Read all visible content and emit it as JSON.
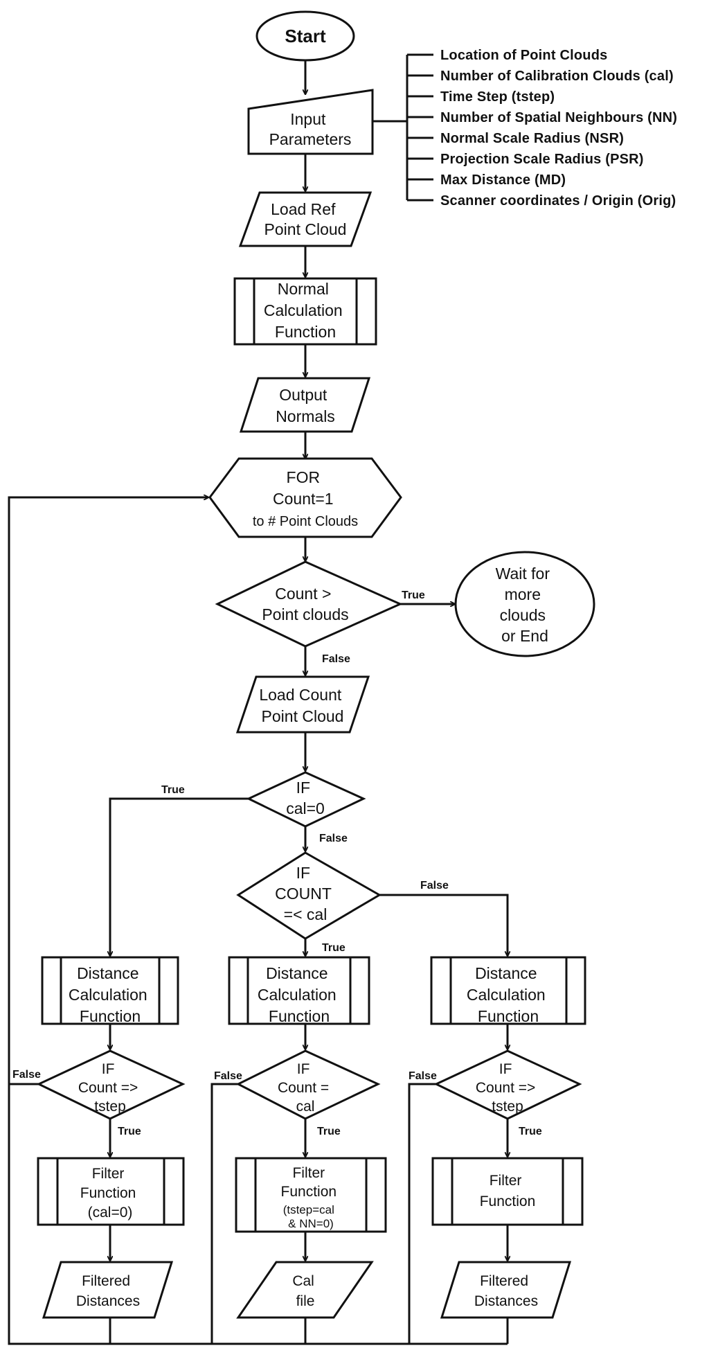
{
  "nodes": {
    "start": [
      "Start"
    ],
    "input_params": [
      "Input",
      "Parameters"
    ],
    "load_ref": [
      "Load Ref",
      "Point Cloud"
    ],
    "normal_calc": [
      "Normal",
      "Calculation",
      "Function"
    ],
    "output_normals": [
      "Output",
      "Normals"
    ],
    "for_loop": [
      "FOR",
      "Count=1",
      "to # Point Clouds"
    ],
    "count_gt": [
      "Count >",
      "Point clouds"
    ],
    "wait_end": [
      "Wait for",
      "more",
      "clouds",
      "or End"
    ],
    "load_count": [
      "Load Count",
      "Point Cloud"
    ],
    "if_cal0": [
      "IF",
      "cal=0"
    ],
    "if_count_le_cal": [
      "IF",
      "COUNT",
      "=< cal"
    ],
    "dist_left": [
      "Distance",
      "Calculation",
      "Function"
    ],
    "dist_mid": [
      "Distance",
      "Calculation",
      "Function"
    ],
    "dist_right": [
      "Distance",
      "Calculation",
      "Function"
    ],
    "if_tstep_left": [
      "IF",
      "Count =>",
      "tstep"
    ],
    "if_count_eq_cal": [
      "IF",
      "Count =",
      "cal"
    ],
    "if_tstep_right": [
      "IF",
      "Count =>",
      "tstep"
    ],
    "filter_left": [
      "Filter",
      "Function",
      "(cal=0)"
    ],
    "filter_mid": [
      "Filter",
      "Function",
      "(tstep=cal",
      "& NN=0)"
    ],
    "filter_right": [
      "Filter",
      "Function"
    ],
    "filtered_left": [
      "Filtered",
      "Distances"
    ],
    "cal_file": [
      "Cal",
      "file"
    ],
    "filtered_right": [
      "Filtered",
      "Distances"
    ]
  },
  "parameters": [
    "Location of Point Clouds",
    "Number of Calibration Clouds (cal)",
    "Time Step (tstep)",
    "Number of Spatial Neighbours (NN)",
    "Normal Scale Radius (NSR)",
    "Projection Scale Radius (PSR)",
    "Max Distance (MD)",
    "Scanner coordinates / Origin (Orig)"
  ],
  "edge_labels": {
    "count_gt_true": "True",
    "count_gt_false": "False",
    "cal0_true": "True",
    "cal0_false": "False",
    "le_cal_false": "False",
    "le_cal_true": "True",
    "tstep_left_false": "False",
    "tstep_left_true": "True",
    "eq_cal_false": "False",
    "eq_cal_true": "True",
    "tstep_right_false": "False",
    "tstep_right_true": "True"
  }
}
